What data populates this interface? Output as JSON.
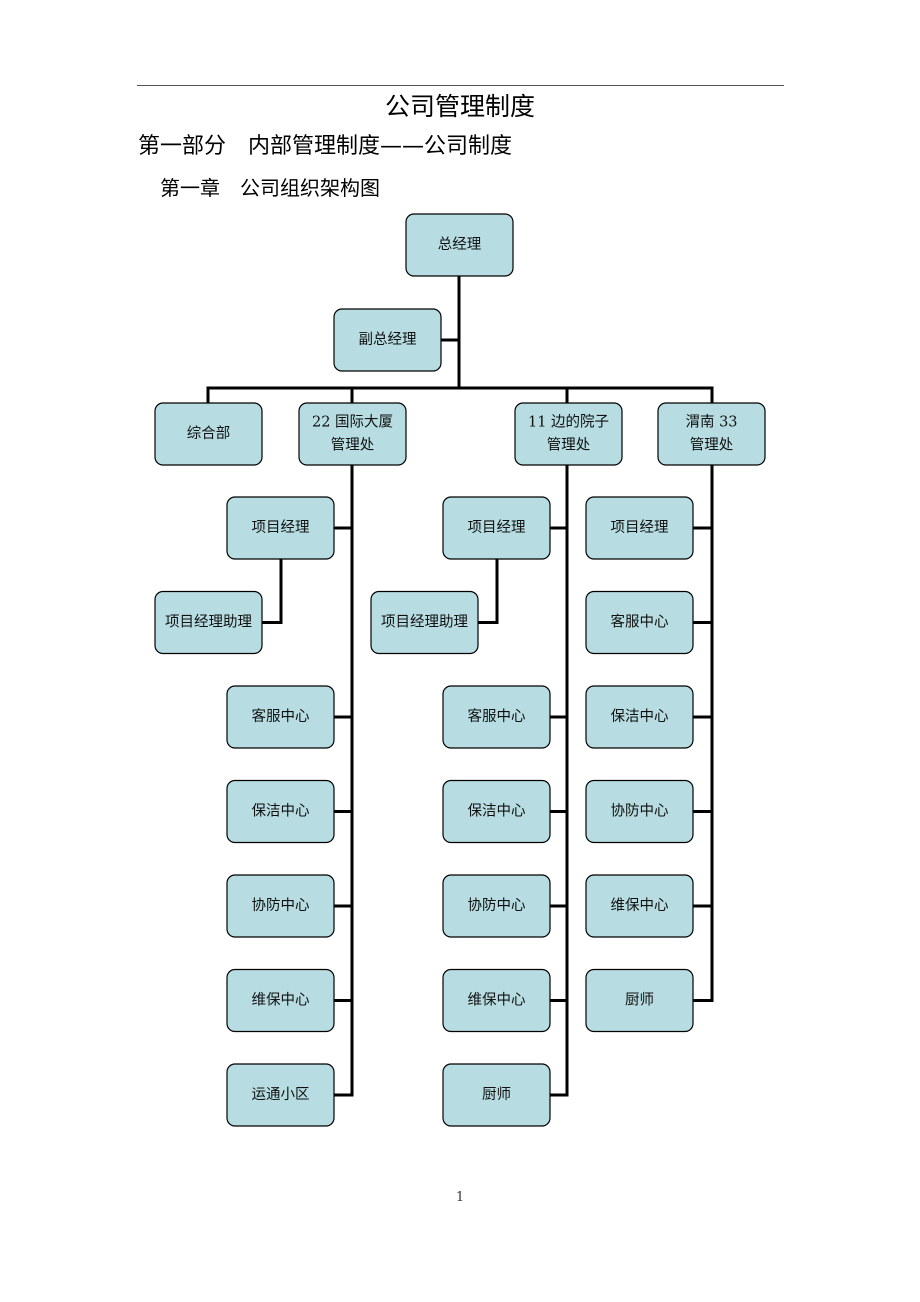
{
  "document": {
    "title": "公司管理制度",
    "part_heading": "第一部分　内部管理制度——公司制度",
    "chapter_heading": "第一章　公司组织架构图",
    "page_number": "1"
  },
  "org_chart": {
    "general_manager": "总经理",
    "deputy_general_manager": "副总经理",
    "general_affairs_dept": "综合部",
    "branches": [
      {
        "name_lines": [
          "22 国际大厦",
          "管理处"
        ],
        "project_manager": "项目经理",
        "project_manager_assistant": "项目经理助理",
        "units": [
          "客服中心",
          "保洁中心",
          "协防中心",
          "维保中心",
          "运通小区"
        ]
      },
      {
        "name_lines": [
          "11 边的院子",
          "管理处"
        ],
        "project_manager": "项目经理",
        "project_manager_assistant": "项目经理助理",
        "units": [
          "客服中心",
          "保洁中心",
          "协防中心",
          "维保中心",
          "厨师"
        ]
      },
      {
        "name_lines": [
          "渭南 33",
          "管理处"
        ],
        "project_manager": "项目经理",
        "units": [
          "客服中心",
          "保洁中心",
          "协防中心",
          "维保中心",
          "厨师"
        ]
      }
    ]
  },
  "colors": {
    "node_fill": "#b7dde2",
    "node_border": "#000000",
    "connector": "#000000"
  }
}
